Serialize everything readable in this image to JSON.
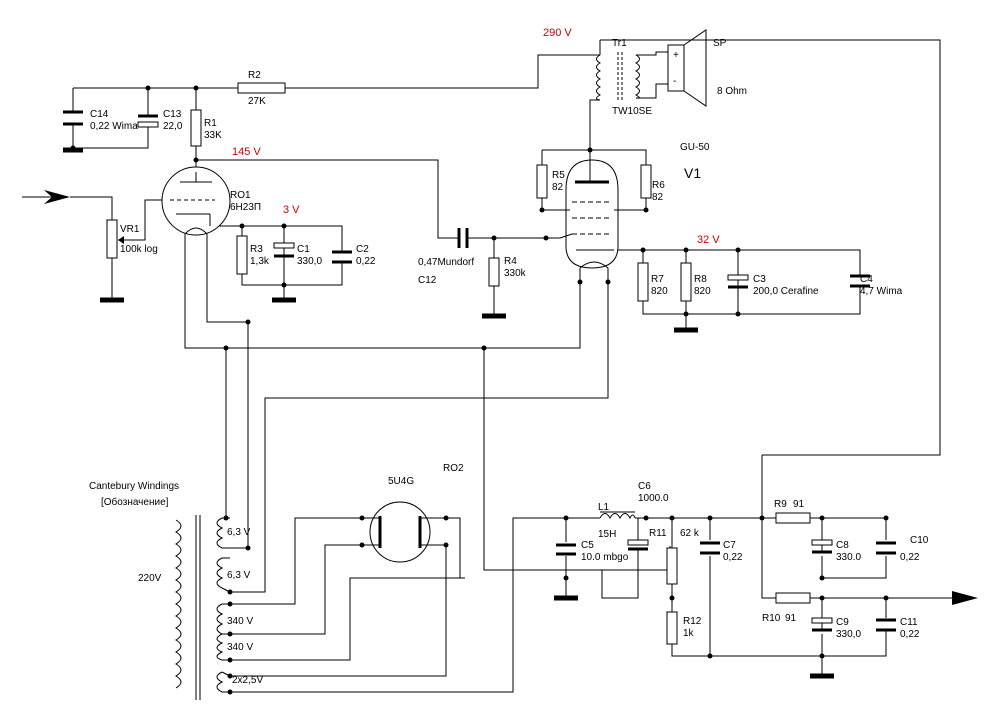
{
  "colors": {
    "voltage_label": "#d00000",
    "wire": "#000000",
    "background": "#ffffff"
  },
  "voltages": {
    "anode": "290 V",
    "driver_anode": "145 V",
    "driver_cathode": "3 V",
    "output_cathode": "32 V"
  },
  "tubes": {
    "output": {
      "ref": "V1",
      "type": "GU-50"
    },
    "driver": {
      "ref": "RO1",
      "type": "6Н23П"
    },
    "rectifier": {
      "ref": "RO2",
      "type": "5U4G"
    }
  },
  "transformers": {
    "output": {
      "ref": "Tr1",
      "type": "TW10SE"
    },
    "power": {
      "name": "Cantebury Windings",
      "designation": "[Обозначение]",
      "primary": "220V",
      "windings": [
        "6,3 V",
        "6,3 V",
        "340 V",
        "340 V",
        "2x2,5V"
      ]
    }
  },
  "speaker": {
    "ref": "SP",
    "impedance": "8 Ohm",
    "plus": "+",
    "minus": "-"
  },
  "resistors": {
    "R1": {
      "ref": "R1",
      "value": "33K"
    },
    "R2": {
      "ref": "R2",
      "value": "27K"
    },
    "R3": {
      "ref": "R3",
      "value": "1,3k"
    },
    "R4": {
      "ref": "R4",
      "value": "330k"
    },
    "R5": {
      "ref": "R5",
      "value": "82"
    },
    "R6": {
      "ref": "R6",
      "value": "82"
    },
    "R7": {
      "ref": "R7",
      "value": "820"
    },
    "R8": {
      "ref": "R8",
      "value": "820"
    },
    "R9": {
      "ref": "R9",
      "value": "91"
    },
    "R10": {
      "ref": "R10",
      "value": "91"
    },
    "R11": {
      "ref": "R11",
      "value": "62 k"
    },
    "R12": {
      "ref": "R12",
      "value": "1k"
    },
    "VR1": {
      "ref": "VR1",
      "value": "100k log"
    }
  },
  "capacitors": {
    "C1": {
      "ref": "C1",
      "value": "330,0"
    },
    "C2": {
      "ref": "C2",
      "value": "0,22"
    },
    "C3": {
      "ref": "C3",
      "value": "200,0 Cerafine"
    },
    "C4": {
      "ref": "C4",
      "value": "4,7 Wima"
    },
    "C5": {
      "ref": "C5",
      "value": "10.0 mbgo"
    },
    "C6": {
      "ref": "C6",
      "value": "1000.0"
    },
    "C7": {
      "ref": "C7",
      "value": "0,22"
    },
    "C8": {
      "ref": "C8",
      "value": "330.0"
    },
    "C9": {
      "ref": "C9",
      "value": "330,0"
    },
    "C10": {
      "ref": "C10",
      "value": "0,22"
    },
    "C11": {
      "ref": "C11",
      "value": "0,22"
    },
    "C12": {
      "ref": "C12",
      "value": "0,47Mundorf"
    },
    "C13": {
      "ref": "C13",
      "value": "22,0"
    },
    "C14": {
      "ref": "C14",
      "value": "0,22 Wima"
    }
  },
  "inductors": {
    "L1": {
      "ref": "L1",
      "value": "15H"
    }
  }
}
